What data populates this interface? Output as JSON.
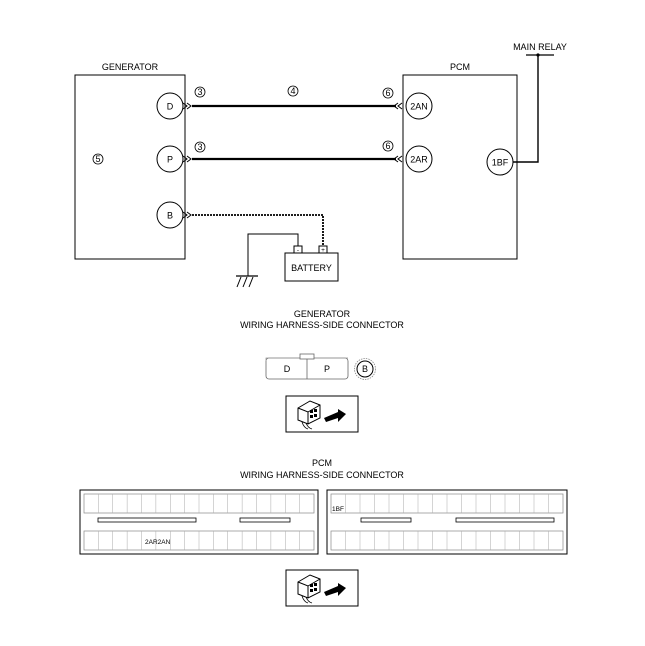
{
  "diagram": {
    "labels": {
      "generator": "GENERATOR",
      "pcm": "PCM",
      "main_relay": "MAIN RELAY",
      "battery": "BATTERY",
      "battery_neg": "-",
      "battery_pos": "+"
    },
    "generator_terminals": [
      "D",
      "P",
      "B"
    ],
    "pcm_terminals": [
      "2AN",
      "2AR",
      "1BF"
    ],
    "callouts": {
      "generator_ref": "5",
      "d_near": "3",
      "d_mid": "4",
      "d_far": "6",
      "p_near": "3",
      "p_far": "6"
    },
    "generator_connector": {
      "title_line1": "GENERATOR",
      "title_line2": "WIRING HARNESS-SIDE CONNECTOR",
      "pins": [
        "D",
        "P",
        "B"
      ]
    },
    "pcm_connector": {
      "title_line1": "PCM",
      "title_line2": "WIRING HARNESS-SIDE CONNECTOR",
      "left_label": "2AR2AN",
      "right_label": "1BF"
    }
  }
}
